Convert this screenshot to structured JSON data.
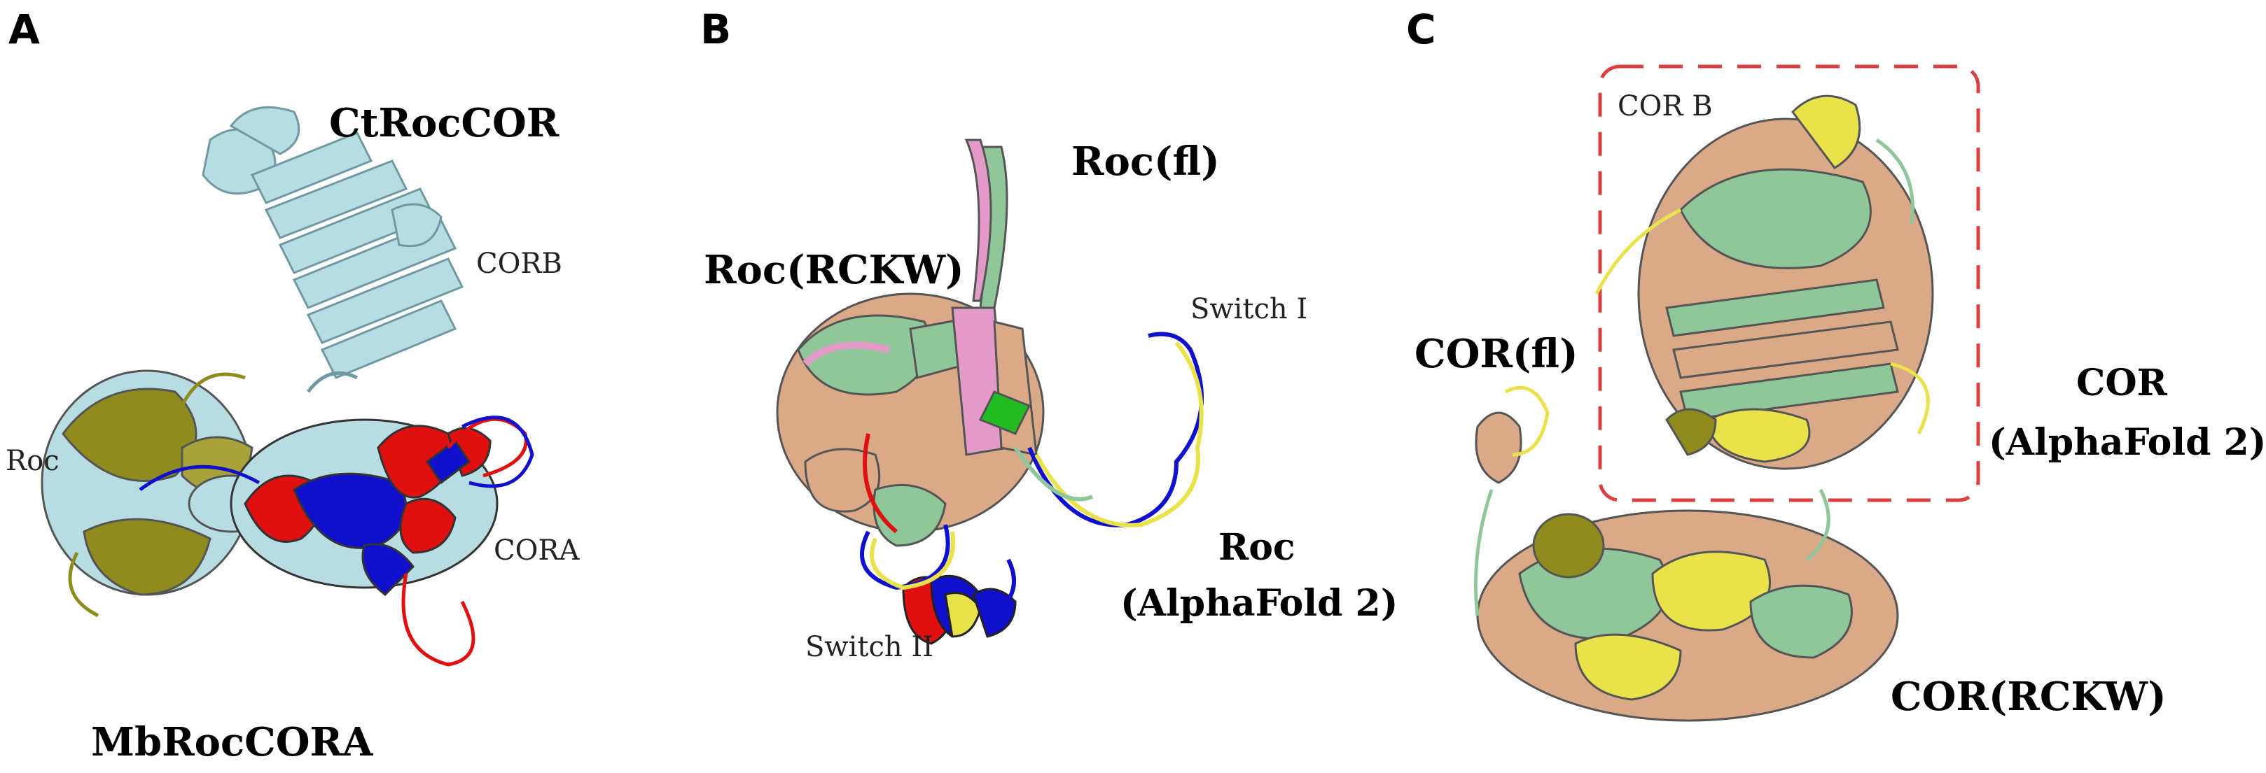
{
  "colors": {
    "background": "#ffffff",
    "light_cyan": "#b7dde3",
    "olive": "#8f8b1f",
    "red": "#e01010",
    "blue": "#1010cc",
    "tan": "#d9a988",
    "green": "#8fc79a",
    "pink": "#e39ac8",
    "yellow": "#e9e24a",
    "dash_box": "#d94040"
  },
  "panels": {
    "a": {
      "letter": "A",
      "labels": {
        "ctroccor": "CtRocCOR",
        "corb": "CORB",
        "roc": "Roc",
        "cora": "CORA",
        "mbroccora": "MbRocCORA"
      }
    },
    "b": {
      "letter": "B",
      "labels": {
        "roc_fl": "Roc(fl)",
        "roc_rckw": "Roc(RCKW)",
        "switch_i": "Switch I",
        "roc_af_line1": "Roc",
        "roc_af_line2": "(AlphaFold 2)",
        "switch_ii": "Switch II"
      }
    },
    "c": {
      "letter": "C",
      "labels": {
        "cor_b": "COR B",
        "cor_fl": "COR(fl)",
        "cor_af_line1": "COR",
        "cor_af_line2": "(AlphaFold 2)",
        "cor_rckw": "COR(RCKW)"
      }
    }
  }
}
